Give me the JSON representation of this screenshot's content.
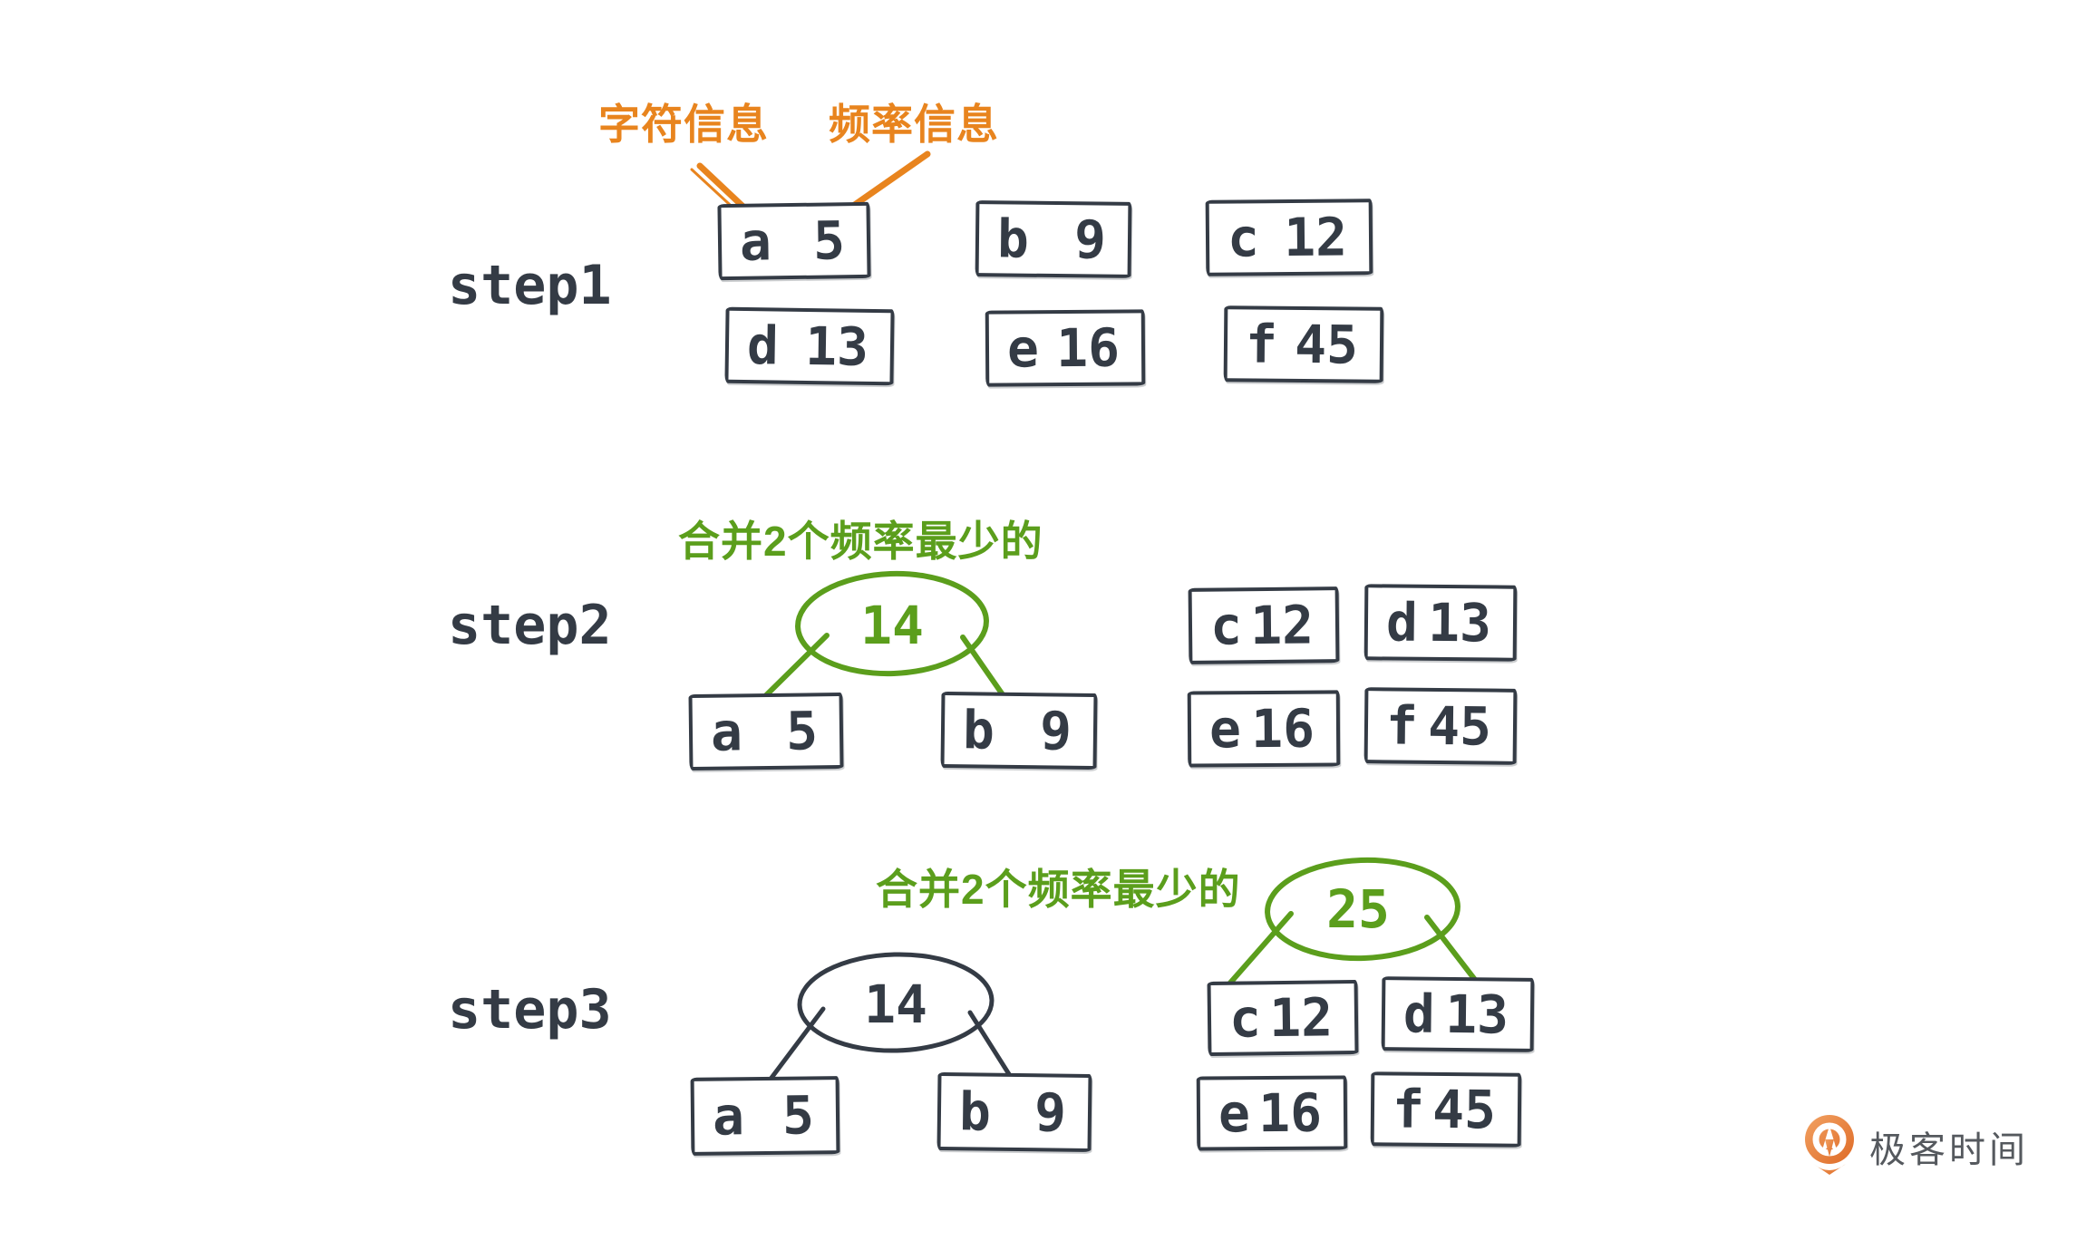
{
  "annotations": {
    "char_info_label": "字符信息",
    "freq_info_label": "频率信息"
  },
  "colors": {
    "ink": "#343B45",
    "accent_orange": "#E8841E",
    "accent_green": "#5B9E1C",
    "logo_orange_light": "#F2A263",
    "logo_orange_dark": "#DE6A26",
    "logo_text_gray": "#55595E",
    "background": "#FFFFFF"
  },
  "step1": {
    "label": "step1",
    "boxes": [
      {
        "char": "a",
        "freq": "5"
      },
      {
        "char": "b",
        "freq": "9"
      },
      {
        "char": "c",
        "freq": "12"
      },
      {
        "char": "d",
        "freq": "13"
      },
      {
        "char": "e",
        "freq": "16"
      },
      {
        "char": "f",
        "freq": "45"
      }
    ]
  },
  "step2": {
    "label": "step2",
    "merge_label": "合并2个频率最少的",
    "merged_value": "14",
    "children": [
      {
        "char": "a",
        "freq": "5"
      },
      {
        "char": "b",
        "freq": "9"
      }
    ],
    "pool": [
      {
        "char": "c",
        "freq": "12"
      },
      {
        "char": "d",
        "freq": "13"
      },
      {
        "char": "e",
        "freq": "16"
      },
      {
        "char": "f",
        "freq": "45"
      }
    ]
  },
  "step3": {
    "label": "step3",
    "merge_label": "合并2个频率最少的",
    "tree_value": "14",
    "tree_children": [
      {
        "char": "a",
        "freq": "5"
      },
      {
        "char": "b",
        "freq": "9"
      }
    ],
    "merged_value": "25",
    "merged_children": [
      {
        "char": "c",
        "freq": "12"
      },
      {
        "char": "d",
        "freq": "13"
      }
    ],
    "pool": [
      {
        "char": "e",
        "freq": "16"
      },
      {
        "char": "f",
        "freq": "45"
      }
    ]
  },
  "logo": {
    "brand_text": "极客时间"
  }
}
